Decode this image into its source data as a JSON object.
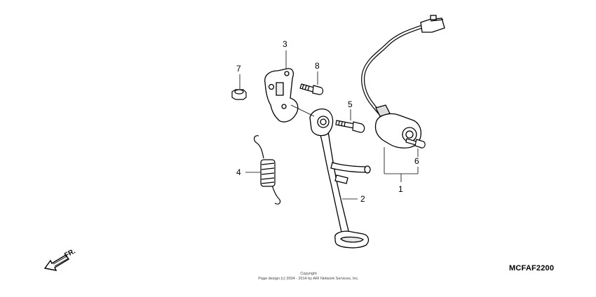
{
  "diagram": {
    "callouts": {
      "c1": "1",
      "c2": "2",
      "c3": "3",
      "c4": "4",
      "c5": "5",
      "c6": "6",
      "c7": "7",
      "c8": "8"
    },
    "direction_label": "FR.",
    "diagram_code": "MCFAF2200",
    "copyright_title": "Copyright",
    "copyright_text": "Page design (c) 2004 - 2014 by ARI Network Services, Inc."
  }
}
